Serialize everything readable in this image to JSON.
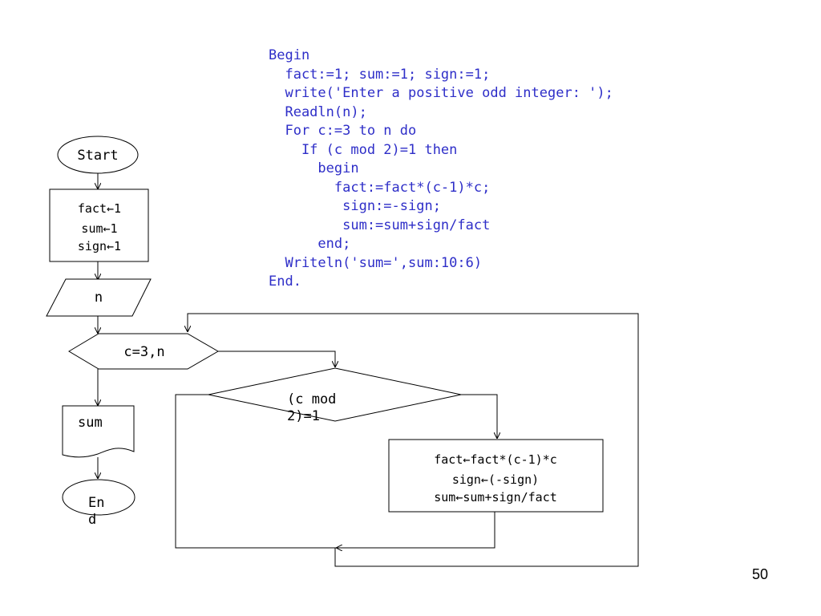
{
  "code": {
    "color": "#2e2ec8",
    "lines": [
      "Begin",
      "  fact:=1; sum:=1; sign:=1;",
      "  write('Enter a positive odd integer: ');",
      "  Readln(n);",
      "  For c:=3 to n do",
      "    If (c mod 2)=1 then",
      "      begin",
      "        fact:=fact*(c-1)*c;",
      "         sign:=-sign;",
      "         sum:=sum+sign/fact",
      "      end;",
      "  Writeln('sum=',sum:10:6)",
      "End."
    ]
  },
  "flowchart": {
    "start": "Start",
    "init": [
      "fact←1",
      "sum←1",
      "sign←1"
    ],
    "input": "n",
    "loop": "c=3,n",
    "condition": [
      "(c mod",
      "2)=1"
    ],
    "process": [
      "fact←fact*(c-1)*c",
      "sign←(-sign)",
      "sum←sum+sign/fact"
    ],
    "output": "sum",
    "end": [
      "En",
      "d"
    ]
  },
  "page_number": "50"
}
